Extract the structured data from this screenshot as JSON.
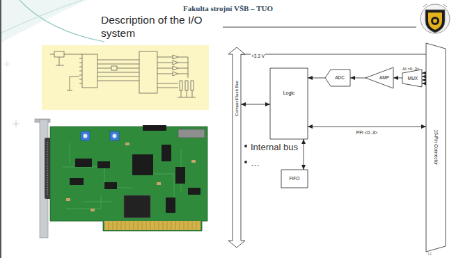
{
  "diagram": {
    "title": "Description of the I/O system",
    "nodes": [
      {
        "text": [
          "CompactFlash Bus"
        ]
      },
      {
        "text": [
          "Logic"
        ]
      },
      {
        "text": [
          "ADC"
        ]
      },
      {
        "text": [
          "AMP"
        ]
      },
      {
        "text": [
          "MUX"
        ]
      },
      {
        "text": [
          "15-Pin Connector"
        ]
      },
      {
        "text": [
          "FIFO"
        ]
      }
    ],
    "edges": [
      {
        "from": 0,
        "to": 5,
        "arrow": "none",
        "label": "+3.3 V"
      },
      {
        "from": 0,
        "to": 1,
        "arrow": "both"
      },
      {
        "from": 2,
        "to": 1,
        "arrow": "to"
      },
      {
        "from": 3,
        "to": 2,
        "arrow": "to"
      },
      {
        "from": 4,
        "to": 3,
        "arrow": "to"
      },
      {
        "from": 5,
        "to": 4,
        "arrow": "to"
      },
      {
        "from": 5,
        "to": 4,
        "arrow": "to"
      },
      {
        "from": 5,
        "to": 4,
        "arrow": "to"
      },
      {
        "from": 5,
        "to": 4,
        "arrow": "to"
      },
      {
        "from": 1,
        "to": 5,
        "arrow": "both",
        "label": "PFI <0..3>"
      },
      {
        "from": 1,
        "to": 6,
        "arrow": "both"
      }
    ],
    "labels": [
      "Fakulta strojní VŠB – TUO",
      "AI <0..3>",
      "Internal bus",
      "…",
      "11"
    ]
  }
}
